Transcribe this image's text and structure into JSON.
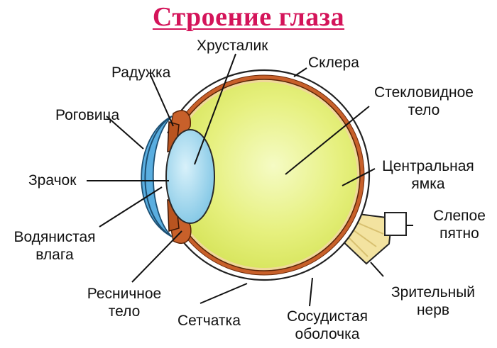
{
  "title": "Строение глаза",
  "labels": {
    "lens": "Хрусталик",
    "iris": "Радужка",
    "sclera": "Склера",
    "cornea": "Роговица",
    "vitreous_1": "Стекловидное",
    "vitreous_2": "тело",
    "pupil": "Зрачок",
    "fovea_1": "Центральная",
    "fovea_2": "ямка",
    "blind_spot_1": "Слепое",
    "blind_spot_2": "пятно",
    "aqueous_1": "Водянистая",
    "aqueous_2": "влага",
    "ciliary_1": "Ресничное",
    "ciliary_2": "тело",
    "optic_nerve_1": "Зрительный",
    "optic_nerve_2": "нерв",
    "retina": "Сетчатка",
    "choroid_1": "Сосудистая",
    "choroid_2": "оболочка"
  },
  "colors": {
    "title": "#d4145a",
    "vitreous": "#e3ef7a",
    "vitreous_light": "#f4fac0",
    "lens": "#a8dcef",
    "cornea": "#5aaee0",
    "choroid": "#c8602a",
    "sclera": "#ffffff",
    "nerve": "#f3e3a0"
  }
}
